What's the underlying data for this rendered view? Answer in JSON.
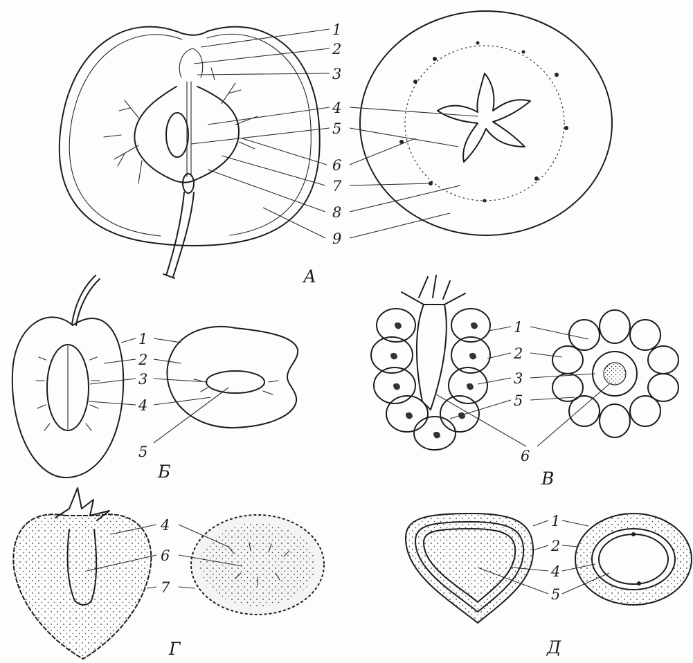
{
  "panels": {
    "apple": {
      "letter": "А",
      "labels": [
        "1",
        "2",
        "3",
        "4",
        "5",
        "6",
        "7",
        "8",
        "9"
      ]
    },
    "cherry": {
      "letter": "Б",
      "labels": [
        "1",
        "2",
        "3",
        "4",
        "5"
      ]
    },
    "raspberry": {
      "letter": "В",
      "labels": [
        "1",
        "2",
        "3",
        "5",
        "6"
      ]
    },
    "strawberry": {
      "letter": "Г",
      "labels": [
        "4",
        "6",
        "7"
      ]
    },
    "seed": {
      "letter": "Д",
      "labels": [
        "1",
        "2",
        "4",
        "5"
      ]
    }
  },
  "colors": {
    "ink": "#1c1c1c",
    "paper": "#fdfdfb"
  }
}
